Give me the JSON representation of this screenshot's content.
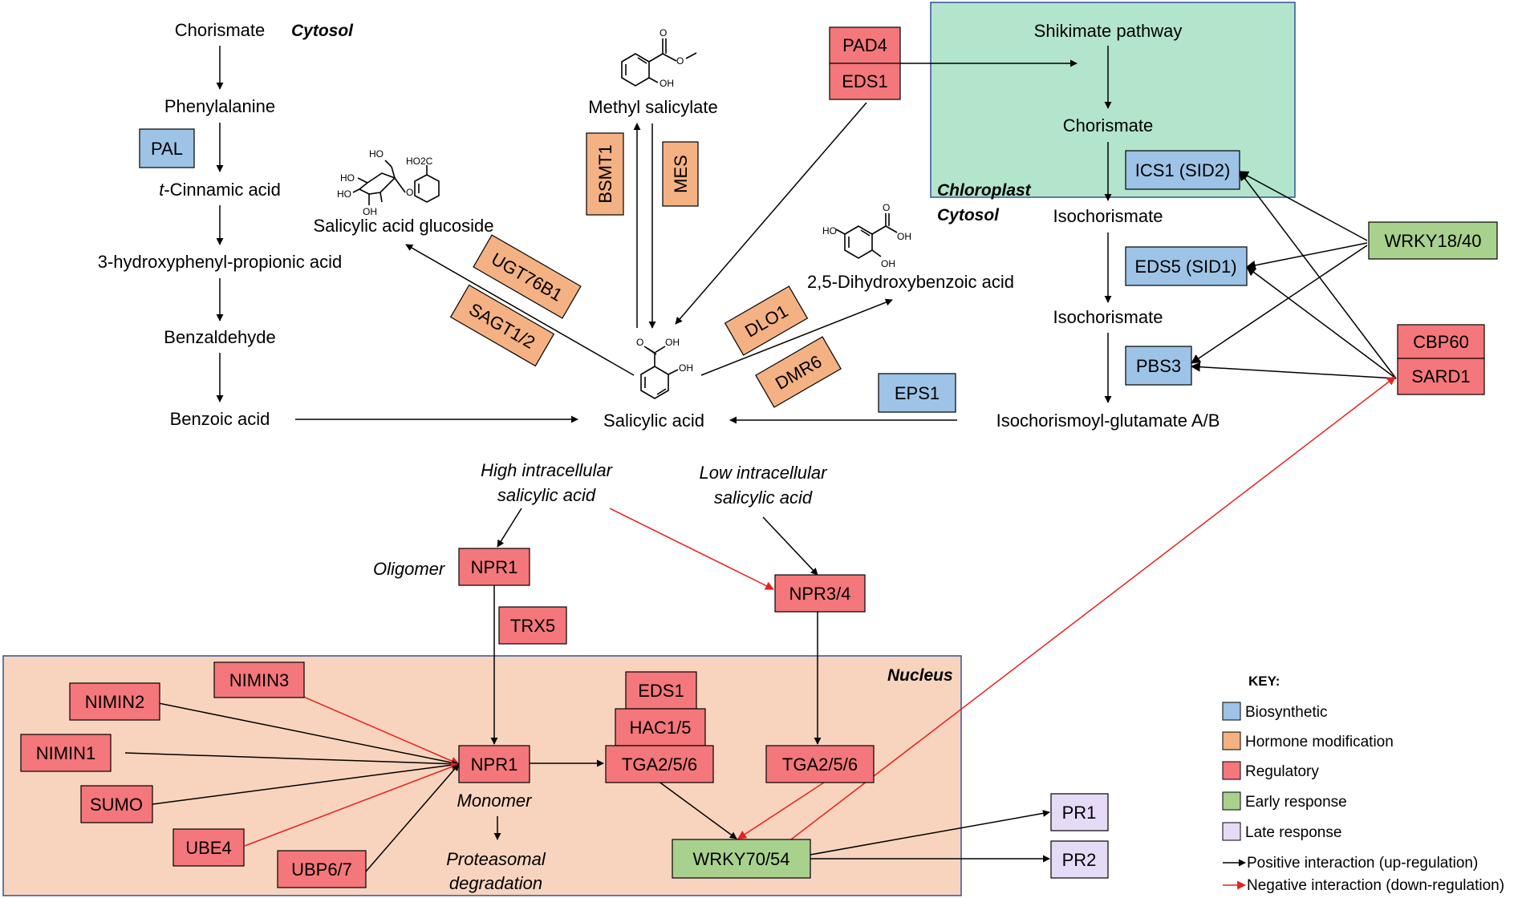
{
  "regions": {
    "cytosol_left": "Cytosol",
    "chloroplast": "Chloroplast",
    "cytosol_right": "Cytosol",
    "nucleus": "Nucleus"
  },
  "metabolites": {
    "chorismate_left": "Chorismate",
    "phenylalanine": "Phenylalanine",
    "t_cinnamic_prefix": "t",
    "t_cinnamic_rest": "-Cinnamic acid",
    "hydroxyphenyl": "3-hydroxyphenyl-propionic acid",
    "benzaldehyde": "Benzaldehyde",
    "benzoic_acid": "Benzoic acid",
    "methyl_salicylate": "Methyl salicylate",
    "sa_glucoside": "Salicylic acid glucoside",
    "dhba": "2,5-Dihydroxybenzoic acid",
    "salicylic_acid": "Salicylic acid",
    "shikimate": "Shikimate pathway",
    "chorismate_right": "Chorismate",
    "isochorismate_1": "Isochorismate",
    "isochorismate_2": "Isochorismate",
    "isochorismoyl": "Isochorismoyl-glutamate A/B"
  },
  "conditions": {
    "high_line1": "High intracellular",
    "high_line2": "salicylic acid",
    "low_line1": "Low intracellular",
    "low_line2": "salicylic acid",
    "oligomer": "Oligomer",
    "monomer": "Monomer",
    "proteasomal_line1": "Proteasomal",
    "proteasomal_line2": "degradation"
  },
  "chem": {
    "o": "O",
    "oh": "OH",
    "ho": "HO",
    "ho2c": "HO2C"
  },
  "nodes": {
    "pal": "PAL",
    "ics1": "ICS1 (SID2)",
    "eds5": "EDS5 (SID1)",
    "pbs3": "PBS3",
    "eps1": "EPS1",
    "bsmt1": "BSMT1",
    "mes": "MES",
    "ugt76b1": "UGT76B1",
    "sagt12": "SAGT1/2",
    "dlo1": "DLO1",
    "dmr6": "DMR6",
    "pad4": "PAD4",
    "eds1_top": "EDS1",
    "cbp60": "CBP60",
    "sard1": "SARD1",
    "npr1_oligomer": "NPR1",
    "trx5": "TRX5",
    "npr34": "NPR3/4",
    "nimin3": "NIMIN3",
    "nimin2": "NIMIN2",
    "nimin1": "NIMIN1",
    "sumo": "SUMO",
    "ube4": "UBE4",
    "ubp67": "UBP6/7",
    "npr1_monomer": "NPR1",
    "eds1_nucleus": "EDS1",
    "hac15": "HAC1/5",
    "tga256_left": "TGA2/5/6",
    "tga256_right": "TGA2/5/6",
    "wrky1840": "WRKY18/40",
    "wrky7054": "WRKY70/54",
    "pr1": "PR1",
    "pr2": "PR2"
  },
  "legend": {
    "title": "KEY:",
    "biosynthetic": "Biosynthetic",
    "hormone": "Hormone modification",
    "regulatory": "Regulatory",
    "early": "Early response",
    "late": "Late response",
    "positive": "Positive interaction (up-regulation)",
    "negative": "Negative interaction (down-regulation)"
  },
  "colors": {
    "biosynthetic": "#9dc3e6",
    "hormone_modification": "#f4b183",
    "regulatory": "#f4777b",
    "early_response": "#a9d18e",
    "late_response": "#e6dbf7",
    "chloroplast": "#b2e5cb",
    "nucleus": "#f8d4bf",
    "negative_arrow": "#e8201f",
    "positive_arrow": "#000000"
  }
}
